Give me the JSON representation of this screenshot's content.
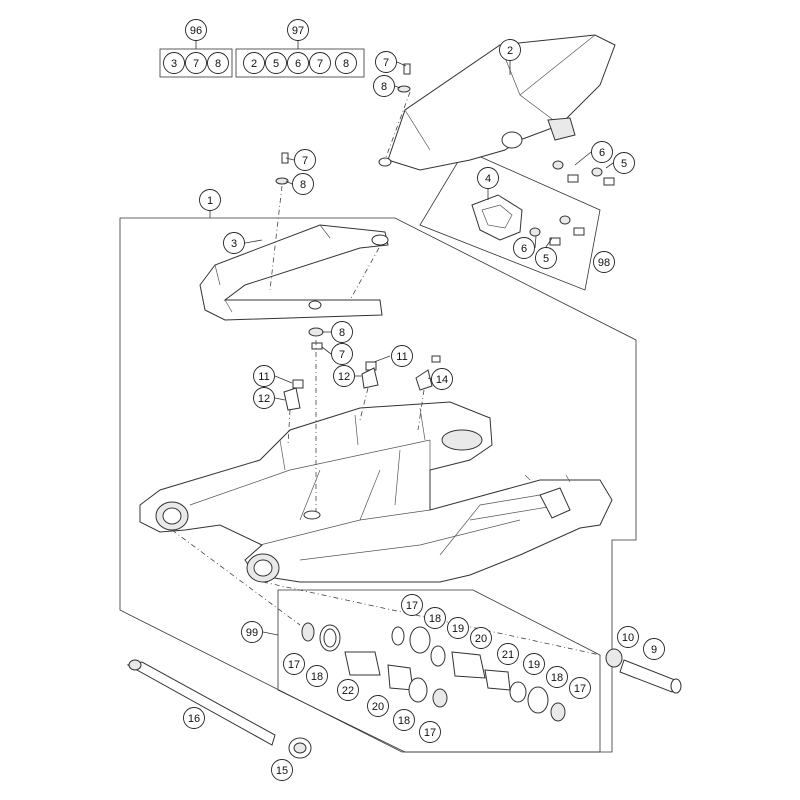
{
  "callouts": [
    {
      "id": "c96",
      "label": "96"
    },
    {
      "id": "c97",
      "label": "97"
    },
    {
      "id": "k96_3",
      "label": "3"
    },
    {
      "id": "k96_7",
      "label": "7"
    },
    {
      "id": "k96_8",
      "label": "8"
    },
    {
      "id": "k97_2",
      "label": "2"
    },
    {
      "id": "k97_5",
      "label": "5"
    },
    {
      "id": "k97_6",
      "label": "6"
    },
    {
      "id": "k97_7",
      "label": "7"
    },
    {
      "id": "k97_8",
      "label": "8"
    },
    {
      "id": "c2",
      "label": "2"
    },
    {
      "id": "c7a",
      "label": "7"
    },
    {
      "id": "c8a",
      "label": "8"
    },
    {
      "id": "c7b",
      "label": "7"
    },
    {
      "id": "c8b",
      "label": "8"
    },
    {
      "id": "c6a",
      "label": "6"
    },
    {
      "id": "c5a",
      "label": "5"
    },
    {
      "id": "c4",
      "label": "4"
    },
    {
      "id": "c6b",
      "label": "6"
    },
    {
      "id": "c5b",
      "label": "5"
    },
    {
      "id": "c98",
      "label": "98"
    },
    {
      "id": "c1",
      "label": "1"
    },
    {
      "id": "c3",
      "label": "3"
    },
    {
      "id": "c8c",
      "label": "8"
    },
    {
      "id": "c7c",
      "label": "7"
    },
    {
      "id": "c11a",
      "label": "11"
    },
    {
      "id": "c12a",
      "label": "12"
    },
    {
      "id": "c11b",
      "label": "11"
    },
    {
      "id": "c12b",
      "label": "12"
    },
    {
      "id": "c14",
      "label": "14"
    },
    {
      "id": "c17a",
      "label": "17"
    },
    {
      "id": "c18a",
      "label": "18"
    },
    {
      "id": "c19a",
      "label": "19"
    },
    {
      "id": "c20a",
      "label": "20"
    },
    {
      "id": "c21",
      "label": "21"
    },
    {
      "id": "c99",
      "label": "99"
    },
    {
      "id": "c17b",
      "label": "17"
    },
    {
      "id": "c18b",
      "label": "18"
    },
    {
      "id": "c22",
      "label": "22"
    },
    {
      "id": "c19b",
      "label": "19"
    },
    {
      "id": "c18c",
      "label": "18"
    },
    {
      "id": "c17c",
      "label": "17"
    },
    {
      "id": "c20b",
      "label": "20"
    },
    {
      "id": "c18d",
      "label": "18"
    },
    {
      "id": "c17d",
      "label": "17"
    },
    {
      "id": "c10",
      "label": "10"
    },
    {
      "id": "c9",
      "label": "9"
    },
    {
      "id": "c16",
      "label": "16"
    },
    {
      "id": "c15",
      "label": "15"
    }
  ]
}
